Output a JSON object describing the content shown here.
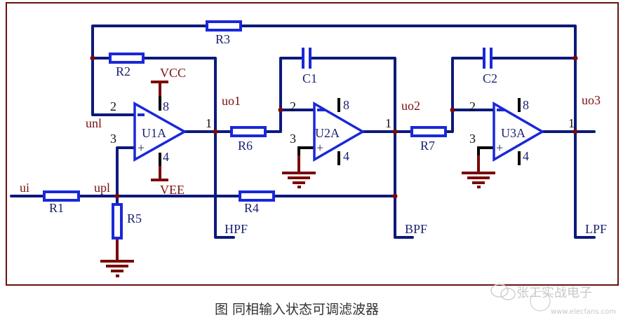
{
  "diagram": {
    "type": "circuit-schematic",
    "caption": "图  同相输入状态可调滤波器",
    "watermark": {
      "text": "张工实战电子",
      "url": "www.elecfans.com"
    },
    "resistors": [
      "R1",
      "R2",
      "R3",
      "R4",
      "R5",
      "R6",
      "R7"
    ],
    "capacitors": [
      "C1",
      "C2"
    ],
    "opamps": [
      {
        "ref": "U1A",
        "pin_inv": "2",
        "pin_noninv": "3",
        "pin_out": "1",
        "pin_vplus": "8",
        "pin_vminus": "4"
      },
      {
        "ref": "U2A",
        "pin_inv": "2",
        "pin_noninv": "3",
        "pin_out": "1",
        "pin_vplus": "8",
        "pin_vminus": "4"
      },
      {
        "ref": "U3A",
        "pin_inv": "2",
        "pin_noninv": "3",
        "pin_out": "1",
        "pin_vplus": "8",
        "pin_vminus": "4"
      }
    ],
    "supplies": {
      "positive": "VCC",
      "negative": "VEE"
    },
    "nets": {
      "input": "ui",
      "inv_node": "unl",
      "noninv_node": "upl",
      "out1": "uo1",
      "out2": "uo2",
      "out3": "uo3"
    },
    "outputs": {
      "high_pass": "HPF",
      "band_pass": "BPF",
      "low_pass": "LPF"
    },
    "signs": {
      "minus": "−",
      "plus": "+"
    }
  }
}
